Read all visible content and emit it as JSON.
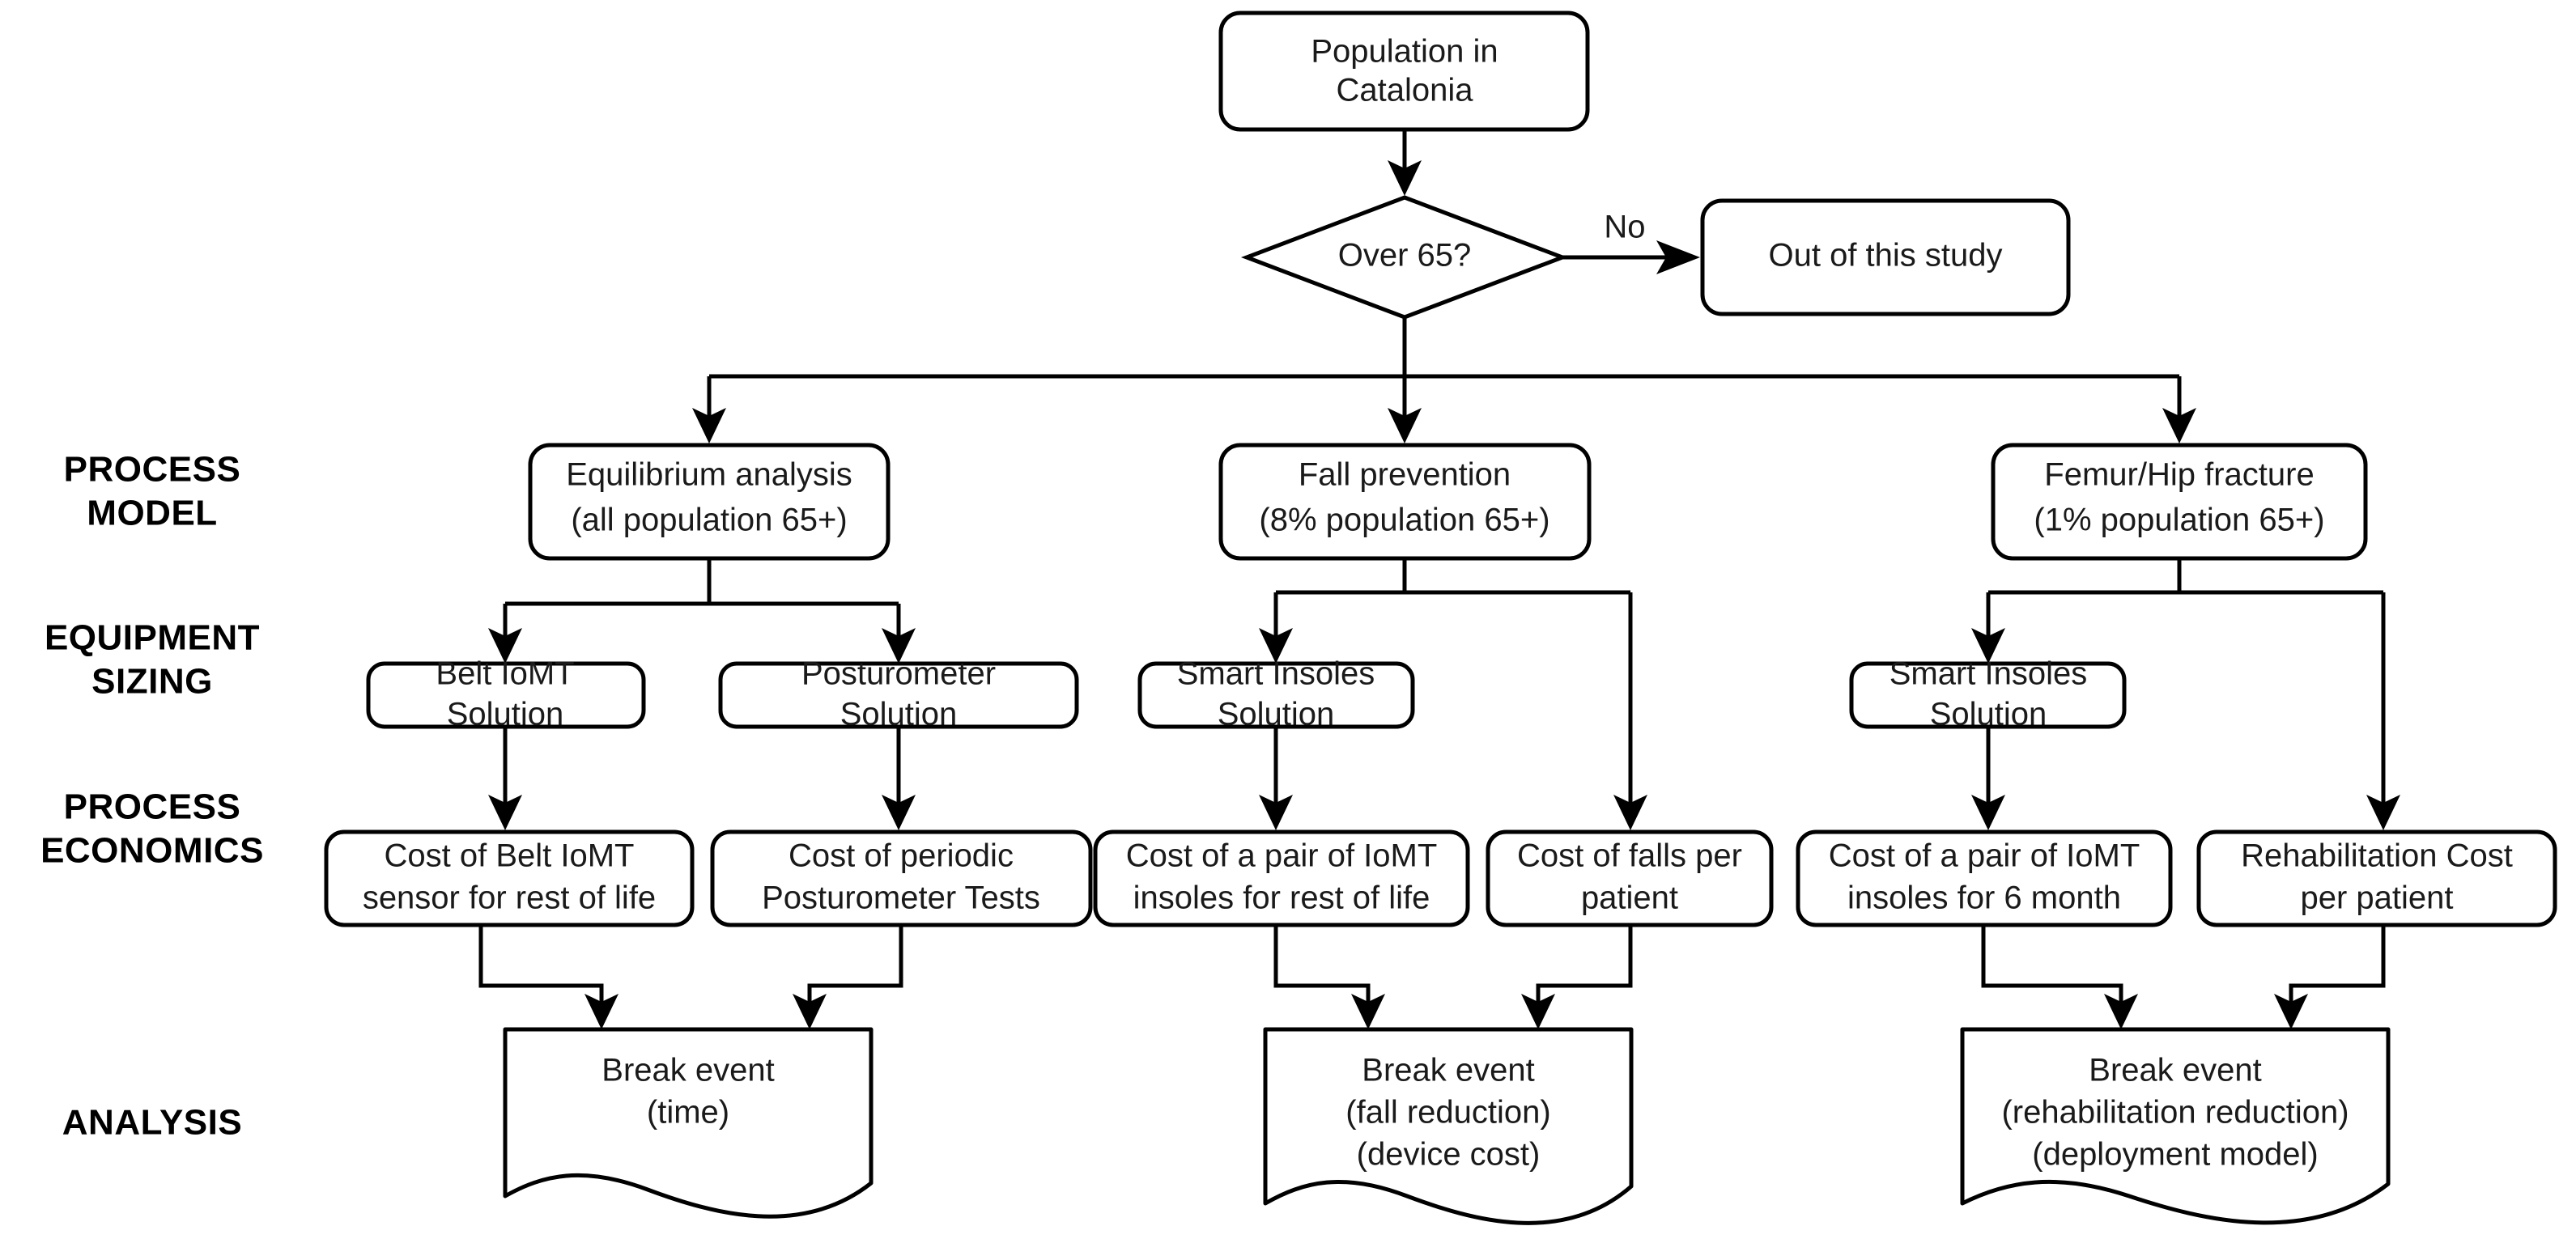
{
  "diagram": {
    "title": "Process flow: IoMT fall prevention cost-benefit study",
    "background_color": "#ffffff",
    "stroke_color": "#000000",
    "text_color": "#1a1a1a",
    "row_labels": [
      {
        "id": "process-model",
        "line1": "PROCESS",
        "line2": "MODEL"
      },
      {
        "id": "equipment-sizing",
        "line1": "EQUIPMENT",
        "line2": "SIZING"
      },
      {
        "id": "process-economics",
        "line1": "PROCESS",
        "line2": "ECONOMICS"
      },
      {
        "id": "analysis",
        "line1": "ANALYSIS",
        "line2": ""
      }
    ],
    "edge_labels": [
      {
        "id": "no-label",
        "text": "No"
      }
    ],
    "nodes": {
      "population": {
        "line1": "Population in",
        "line2": "Catalonia",
        "shape": "rounded-rect"
      },
      "over65": {
        "line1": "Over 65?",
        "line2": "",
        "shape": "diamond"
      },
      "out_of_study": {
        "line1": "Out of this study",
        "line2": "",
        "shape": "rounded-rect"
      },
      "equilibrium": {
        "line1": "Equilibrium analysis",
        "line2": "(all population 65+)",
        "shape": "rounded-rect"
      },
      "fall_prevention": {
        "line1": "Fall prevention",
        "line2": "(8% population 65+)",
        "shape": "rounded-rect"
      },
      "femur_hip": {
        "line1": "Femur/Hip fracture",
        "line2": "(1% population 65+)",
        "shape": "rounded-rect"
      },
      "belt_iomt": {
        "line1": "Belt IoMT",
        "line2": "Solution",
        "shape": "rounded-rect"
      },
      "posturometer": {
        "line1": "Posturometer",
        "line2": "Solution",
        "shape": "rounded-rect"
      },
      "smart_insoles_fall": {
        "line1": "Smart Insoles",
        "line2": "Solution",
        "shape": "rounded-rect"
      },
      "smart_insoles_femur": {
        "line1": "Smart Insoles",
        "line2": "Solution",
        "shape": "rounded-rect"
      },
      "cost_belt": {
        "line1": "Cost of Belt IoMT",
        "line2": "sensor for rest of life",
        "shape": "rounded-rect"
      },
      "cost_posturometer": {
        "line1": "Cost of periodic",
        "line2": "Posturometer Tests",
        "shape": "rounded-rect"
      },
      "cost_insoles_life": {
        "line1": "Cost of a pair of IoMT",
        "line2": "insoles for rest of life",
        "shape": "rounded-rect"
      },
      "cost_falls": {
        "line1": "Cost of falls per",
        "line2": "patient",
        "shape": "rounded-rect"
      },
      "cost_insoles_6m": {
        "line1": "Cost of a pair of IoMT",
        "line2": "insoles for 6 month",
        "shape": "rounded-rect"
      },
      "rehab_cost": {
        "line1": "Rehabilitation Cost",
        "line2": "per patient",
        "shape": "rounded-rect"
      },
      "break_time": {
        "line1": "Break event",
        "line2": "(time)",
        "line3": "",
        "shape": "document"
      },
      "break_fall": {
        "line1": "Break event",
        "line2": "(fall reduction)",
        "line3": "(device cost)",
        "shape": "document"
      },
      "break_rehab": {
        "line1": "Break event",
        "line2": "(rehabilitation reduction)",
        "line3": "(deployment model)",
        "shape": "document"
      }
    }
  }
}
